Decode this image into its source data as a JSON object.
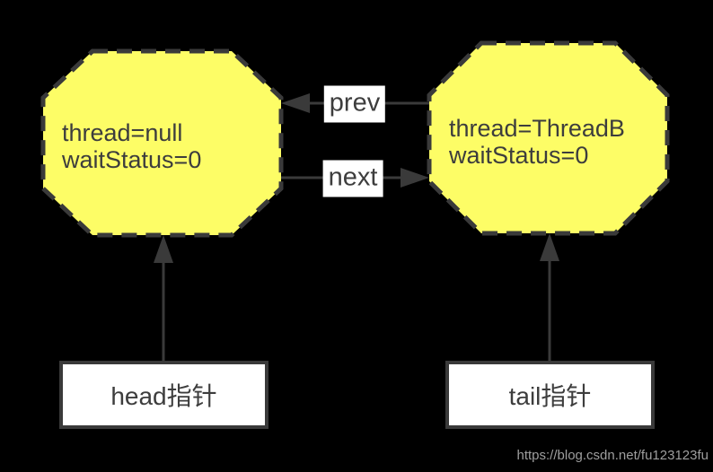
{
  "diagram": {
    "nodes": [
      {
        "name": "head-node",
        "lines": [
          "thread=null",
          "waitStatus=0"
        ]
      },
      {
        "name": "tail-node",
        "lines": [
          "thread=ThreadB",
          "waitStatus=0"
        ]
      }
    ],
    "edges": [
      {
        "label": "prev"
      },
      {
        "label": "next"
      }
    ],
    "pointers": [
      {
        "label": "head指针"
      },
      {
        "label": "tail指针"
      }
    ],
    "watermark": "https://blog.csdn.net/fu123123fu",
    "colors": {
      "background": "#000000",
      "node_fill": "#FDFD66",
      "stroke": "#3A3A3A",
      "text": "#3D3D3D",
      "label_bg": "#FFFFFF",
      "pointer_box_fill": "#FFFFFF",
      "watermark_text": "#9E9E9E"
    }
  }
}
